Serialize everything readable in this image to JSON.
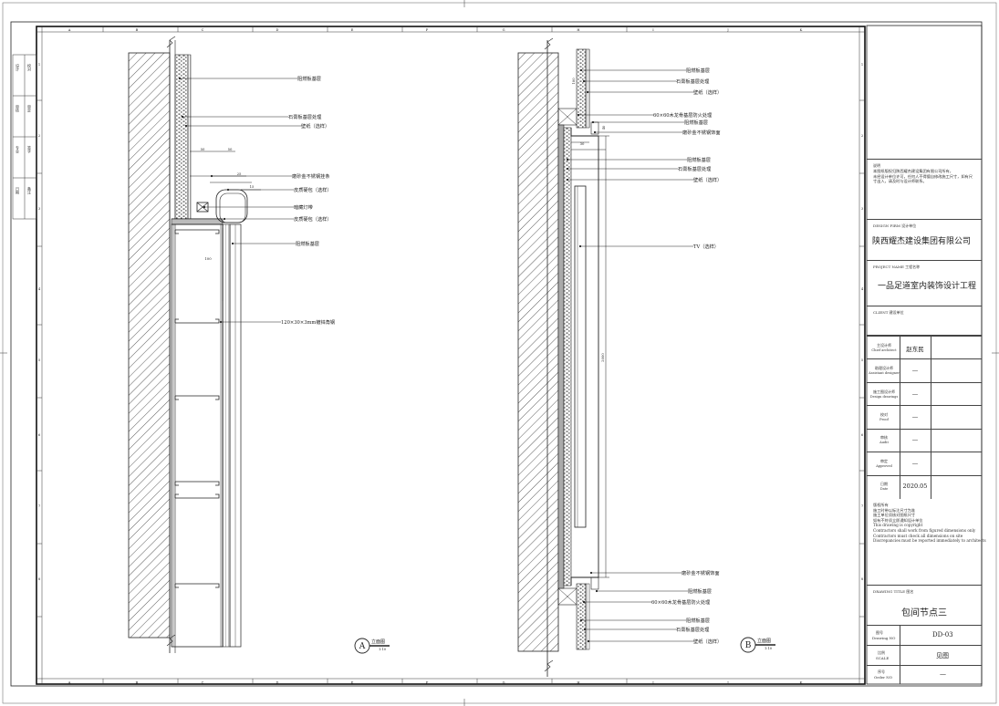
{
  "column_letters": [
    "A",
    "B",
    "C",
    "D",
    "E",
    "F",
    "G",
    "H",
    "I",
    "J",
    "K"
  ],
  "row_numbers": [
    "1",
    "2",
    "3",
    "4",
    "5",
    "6",
    "7",
    "8"
  ],
  "left_stamp": {
    "labels": [
      "设计",
      "校对",
      "审核",
      "审定",
      "专业",
      "签字",
      "日期",
      "备注"
    ]
  },
  "detail_a": {
    "callouts": [
      "阻燃板基层",
      "石膏板基层处理",
      "壁纸（选样）",
      "磨砂金不锈钢挂条",
      "皮质硬包（选样）",
      "暗藏灯带",
      "皮质硬包（选样）",
      "阻燃板基层",
      "120×30×3mm镀锌角钢"
    ],
    "dims": [
      "50",
      "50",
      "25",
      "15",
      "100"
    ],
    "bubble": "A",
    "caption_title": "立面图",
    "caption_scale": "1:10"
  },
  "detail_b": {
    "callouts": [
      "阻燃板基层",
      "石膏板基层处理",
      "壁纸（选样）",
      "60×60木龙骨基层防火处理",
      "阻燃板基层",
      "磨砂金不锈钢饰面",
      "阻燃板基层",
      "石膏板基层处理",
      "壁纸（选样）",
      "TV（选样）",
      "磨砂金不锈钢饰面",
      "阻燃板基层",
      "60×60木龙骨基层防火处理",
      "阻燃板基层",
      "石膏板基层处理",
      "壁纸（选样）"
    ],
    "dims": [
      "100",
      "40",
      "30",
      "2000"
    ],
    "bubble": "B",
    "caption_title": "立面图",
    "caption_scale": "1:10"
  },
  "title_block": {
    "notes_title": "说明",
    "notes_lines": [
      "本图纸版权归陕西耀杰建设集团有限公司所有，",
      "未经设计单位许可，任何人不得擅自修改施工尺寸，如有尺",
      "寸出入，请及时与设计师联系。"
    ],
    "design_from_label": "DESIGN FIRM    设计单位",
    "company": "陕西耀杰建设集团有限公司",
    "project_label": "PROJECT NAME    工程名称",
    "project": "一品足道室内装饰设计工程",
    "client_label": "CLIENT    建设单位",
    "staff": [
      {
        "cn": "主设计师",
        "en": "Chief architect",
        "value": "赵东民"
      },
      {
        "cn": "助理设计师",
        "en": "Assistant designer",
        "value": "—"
      },
      {
        "cn": "施工图设计师",
        "en": "Design drawings",
        "value": "—"
      },
      {
        "cn": "校对",
        "en": "Proof",
        "value": "—"
      },
      {
        "cn": "审核",
        "en": "Audit",
        "value": "—"
      },
      {
        "cn": "审定",
        "en": "Approved",
        "value": "—"
      },
      {
        "cn": "日期",
        "en": "Date",
        "value": "2020.05"
      }
    ],
    "copyright_lines": [
      "版权所有",
      "施工时带以标注尺寸为准",
      "施工单位须核对图纸尺寸",
      "如有不符须立即通知设计单位",
      "This drawing is copyright",
      "Contractors shall work from figured dimensions only",
      "Contractors must check all dimensions on site",
      "Discrepancies must be reported immediately to architects"
    ],
    "drawing_title_label": "DRAWING TITLE    图名",
    "drawing_title": "包间节点三",
    "drawing_no_label_cn": "图号",
    "drawing_no_label_en": "Drawing NO",
    "drawing_no": "DD-03",
    "scale_label_cn": "比例",
    "scale_label_en": "SCALE",
    "scale": "见图",
    "order_label_cn": "序号",
    "order_label_en": "Order NO",
    "order": "—"
  }
}
